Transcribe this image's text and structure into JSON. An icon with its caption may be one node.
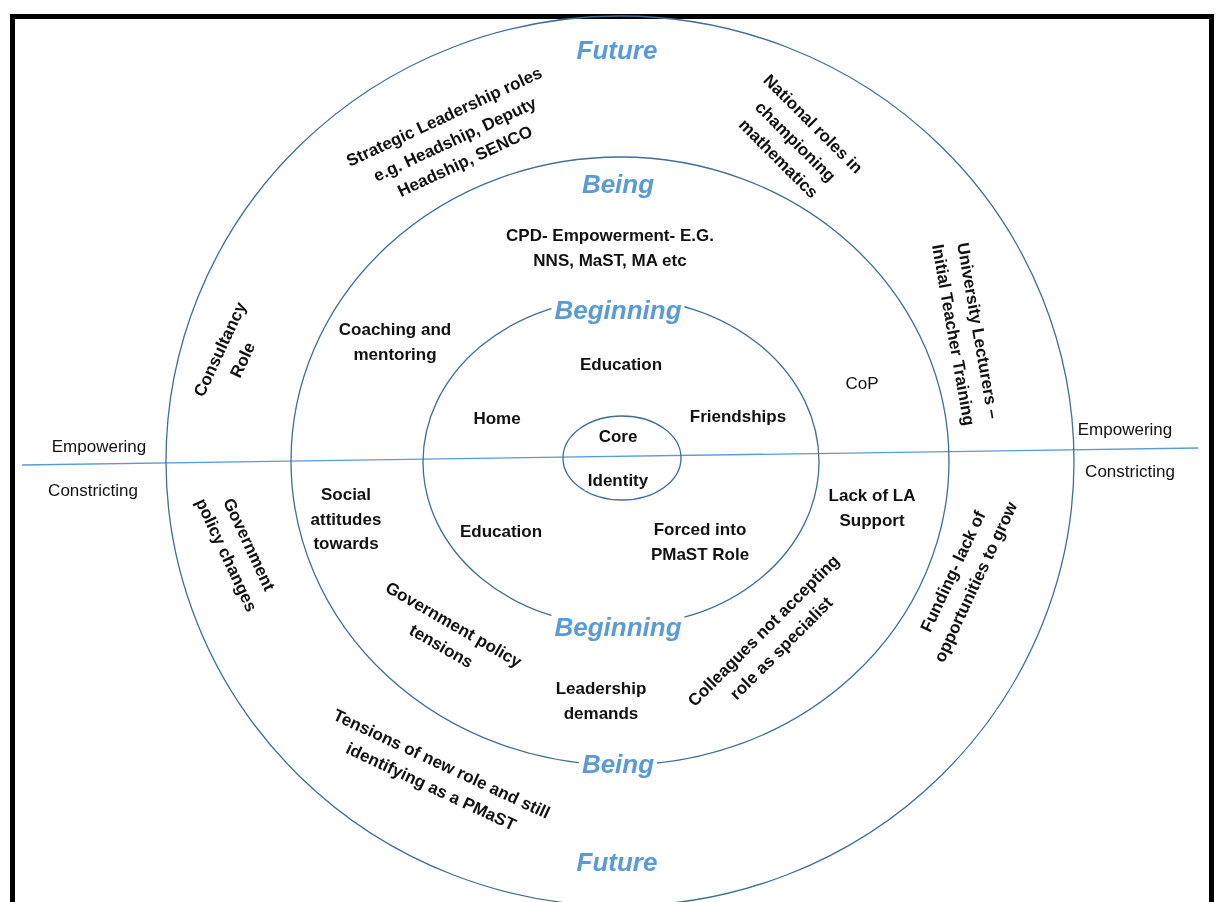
{
  "diagram": {
    "nodes": [
      {
        "text": [
          "Future",
          "Future"
        ]
      },
      {
        "text": [
          "Being",
          "Being"
        ],
        "in": 0
      },
      {
        "text": [
          "Beginning",
          "Beginning"
        ],
        "in": 1
      },
      {
        "text": [
          "Core",
          "Identity"
        ],
        "in": 2
      }
    ],
    "edges": [],
    "labels": [
      "Strategic Leadership roles e.g. Headship, Deputy Headship, SENCO",
      "National roles in championing mathematics",
      "CPD- Empowerment- E.G. NNS, MaST, MA etc",
      "Coaching and mentoring",
      "Education",
      "Consultancy Role",
      "CoP",
      "University Lecturers – Initial Teacher Training",
      "Home",
      "Friendships",
      "Empowering",
      "Empowering",
      "Constricting",
      "Constricting",
      "Government policy changes",
      "Social attitudes towards",
      "Lack of LA Support",
      "Education",
      "Forced into PMaST Role",
      "Funding- lack of opportunities to grow",
      "Colleagues not accepting role as specialist",
      "Government policy tensions",
      "Leadership demands",
      "Tensions of new role and still identifying as a PMaST"
    ]
  }
}
